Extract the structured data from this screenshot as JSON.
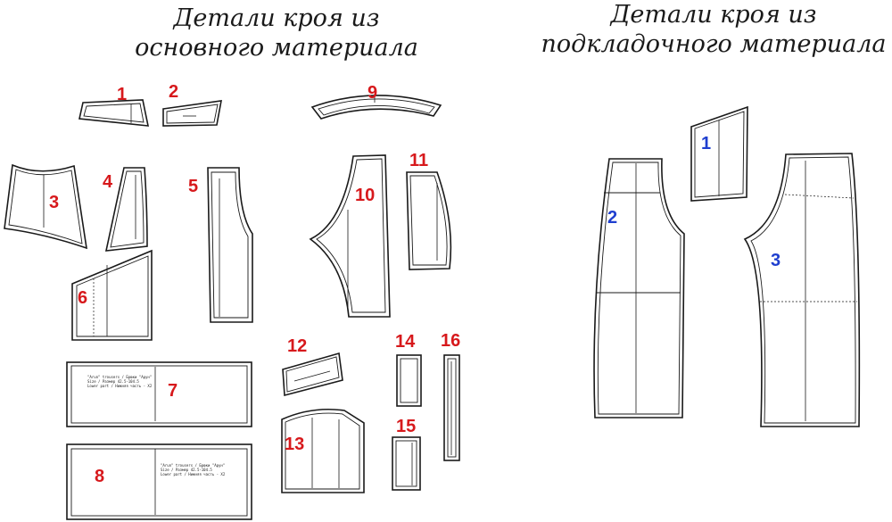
{
  "titles": {
    "main_line1": "Детали кроя из",
    "main_line2": "основного материала",
    "lining_line1": "Детали кроя из",
    "lining_line2": "подкладочного материала"
  },
  "main_pieces": [
    {
      "number": "1"
    },
    {
      "number": "2"
    },
    {
      "number": "3"
    },
    {
      "number": "4"
    },
    {
      "number": "5"
    },
    {
      "number": "6"
    },
    {
      "number": "7"
    },
    {
      "number": "8"
    },
    {
      "number": "9"
    },
    {
      "number": "10"
    },
    {
      "number": "11"
    },
    {
      "number": "12"
    },
    {
      "number": "13"
    },
    {
      "number": "14"
    },
    {
      "number": "15"
    },
    {
      "number": "16"
    }
  ],
  "lining_pieces": [
    {
      "number": "1"
    },
    {
      "number": "2"
    },
    {
      "number": "3"
    }
  ],
  "piece_labels": {
    "piece7": [
      "\"Arun\" trousers / Брюки \"Арун\"",
      "Size / Размер  42.5-104.5",
      "Lower part / Нижняя часть - X2"
    ],
    "piece8": [
      "\"Arun\" trousers / Брюки \"Арун\"",
      "Size / Размер  42.5-104.5",
      "Lower part / Нижняя часть - X2"
    ]
  },
  "colors": {
    "main_number": "#d7191c",
    "lining_number": "#1f3fcf",
    "outline": "#1a1a1a"
  }
}
